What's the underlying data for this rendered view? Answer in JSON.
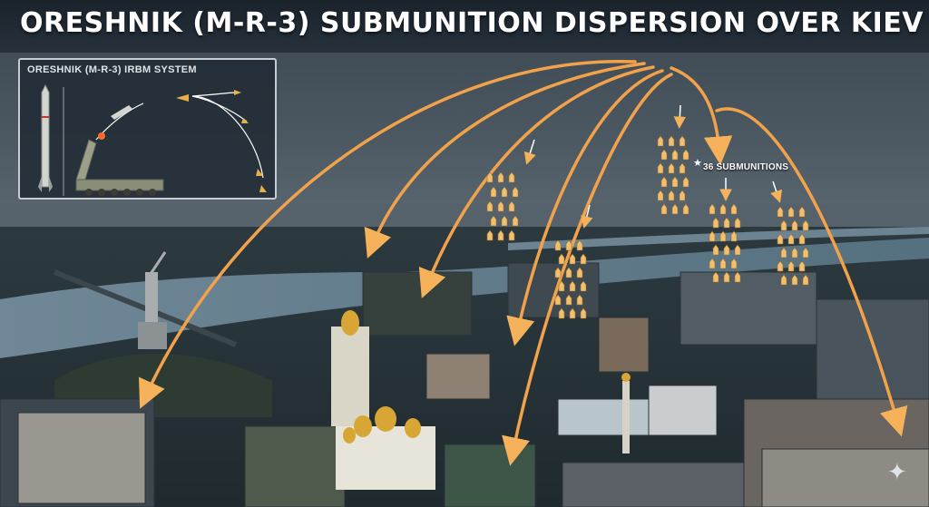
{
  "title": "ORESHNIK (M-R-3) SUBMUNITION DISPERSION OVER KIEV",
  "inset": {
    "title": "ORESHNIK (M-R-3) IRBM SYSTEM"
  },
  "callout": {
    "label": "36 SUBMUNITIONS"
  },
  "icons": {
    "callout_marker": "star-icon",
    "watermark": "sparkle-icon"
  },
  "colors": {
    "arc": "#f2a24a",
    "arc_glow": "#ff5a2a",
    "munition": "#f0c070",
    "sky": "#2e3a44",
    "river": "#5d7585"
  }
}
